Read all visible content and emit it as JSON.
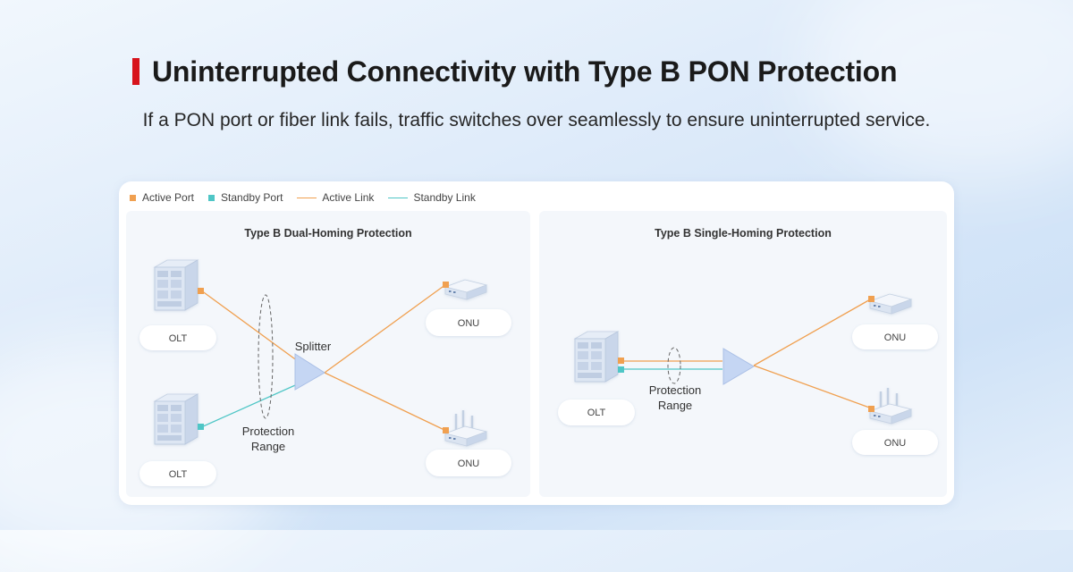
{
  "header": {
    "title": "Uninterrupted Connectivity with Type B PON Protection",
    "subtitle": "If a PON port or fiber link fails, traffic switches over seamlessly to ensure uninterrupted service."
  },
  "legend": {
    "active_port": "Active Port",
    "standby_port": "Standby Port",
    "active_link": "Active Link",
    "standby_link": "Standby Link"
  },
  "colors": {
    "accent_red": "#d7131c",
    "active": "#f0a050",
    "standby": "#4fc6c6",
    "splitter": "#c5d6f3"
  },
  "left_panel": {
    "title": "Type B Dual-Homing Protection",
    "olt_top": "OLT",
    "olt_bottom": "OLT",
    "splitter": "Splitter",
    "protection_line1": "Protection",
    "protection_line2": "Range",
    "onu_top": "ONU",
    "onu_bottom": "ONU"
  },
  "right_panel": {
    "title": "Type B Single-Homing Protection",
    "olt": "OLT",
    "protection_line1": "Protection",
    "protection_line2": "Range",
    "onu_top": "ONU",
    "onu_bottom": "ONU"
  }
}
